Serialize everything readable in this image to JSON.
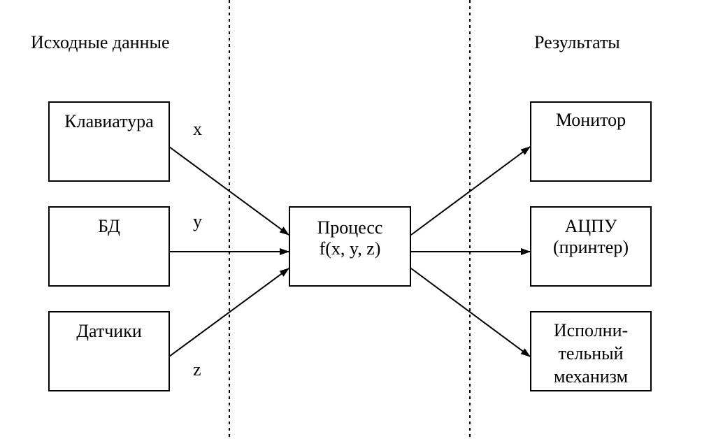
{
  "sections": {
    "inputs_title": "Исходные данные",
    "outputs_title": "Результаты"
  },
  "inputs": [
    {
      "label": "Клавиатура"
    },
    {
      "label": "БД"
    },
    {
      "label": "Датчики"
    }
  ],
  "process": {
    "line1": "Процесс",
    "line2": "f(x, y, z)"
  },
  "variables": [
    "x",
    "y",
    "z"
  ],
  "outputs": [
    {
      "lines": [
        "Монитор"
      ]
    },
    {
      "lines": [
        "АЦПУ",
        "(принтер)"
      ]
    },
    {
      "lines": [
        "Исполни-",
        "тельный",
        "механизм"
      ]
    }
  ]
}
